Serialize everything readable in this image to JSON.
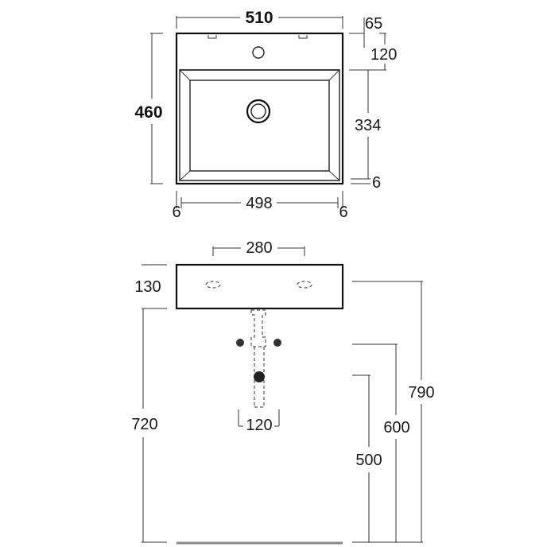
{
  "top_view": {
    "width_overall": "510",
    "depth_overall": "460",
    "tap_offset": "65",
    "deck_depth": "120",
    "bowl_depth": "334",
    "edge_bottom": "6",
    "bowl_width": "498",
    "edge_left": "6",
    "edge_right": "6"
  },
  "front_view": {
    "waste_spacing": "280",
    "basin_height": "130",
    "trap_width": "120",
    "floor_to_top": "790",
    "floor_to_bottom": "720",
    "height_600": "600",
    "height_500": "500"
  },
  "colors": {
    "line": "#222222",
    "floor": "#888888"
  }
}
